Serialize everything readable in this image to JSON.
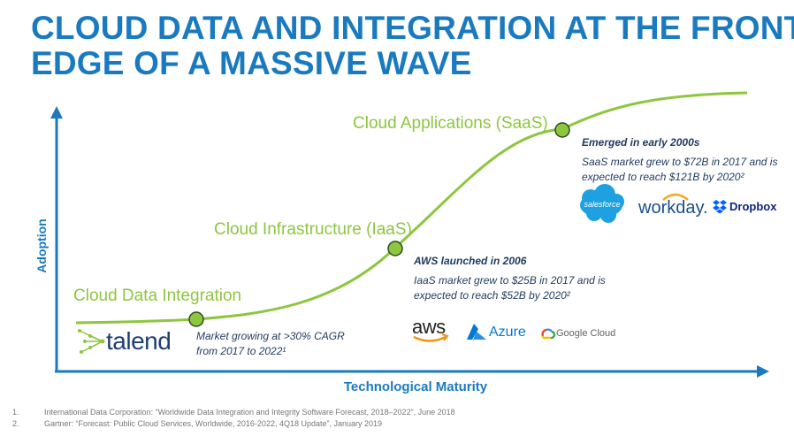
{
  "title": {
    "line1": "CLOUD DATA AND INTEGRATION AT THE FRONT",
    "line2": "EDGE OF A MASSIVE WAVE"
  },
  "axes": {
    "y_label": "Adoption",
    "x_label": "Technological Maturity"
  },
  "stages": [
    {
      "label": "Cloud Data Integration",
      "note_lines": [
        "Market growing at >30% CAGR",
        "from 2017 to 2022¹"
      ],
      "logos": [
        "talend"
      ]
    },
    {
      "label": "Cloud Infrastructure (IaaS)",
      "note_heading": "AWS launched in 2006",
      "note_lines": [
        "IaaS market grew to $25B in 2017 and is",
        "expected to reach $52B by 2020²"
      ],
      "logos": [
        "aws",
        "Azure",
        "Google Cloud"
      ]
    },
    {
      "label": "Cloud Applications (SaaS)",
      "note_heading": "Emerged in early 2000s",
      "note_lines": [
        "SaaS market grew to $72B in 2017 and is",
        "expected to reach $121B by 2020²"
      ],
      "logos": [
        "salesforce",
        "workday.",
        "Dropbox"
      ]
    }
  ],
  "footnotes": [
    {
      "num": "1.",
      "text": "International Data Corporation: “Worldwide Data Integration and Integrity Software Forecast, 2018–2022”, June 2018"
    },
    {
      "num": "2.",
      "text": "Gartner: “Forecast: Public Cloud Services, Worldwide, 2016-2022, 4Q18 Update”, January 2019"
    }
  ],
  "colors": {
    "title": "#1a7ac0",
    "curve": "#8dc63f",
    "axis": "#1a7ac0",
    "note_text": "#1f3a5f",
    "talend": "#1e3f73",
    "azure": "#0078d4",
    "salesforce": "#1ea1e0",
    "dropbox": "#0061ff",
    "aws_smile": "#f29111"
  }
}
